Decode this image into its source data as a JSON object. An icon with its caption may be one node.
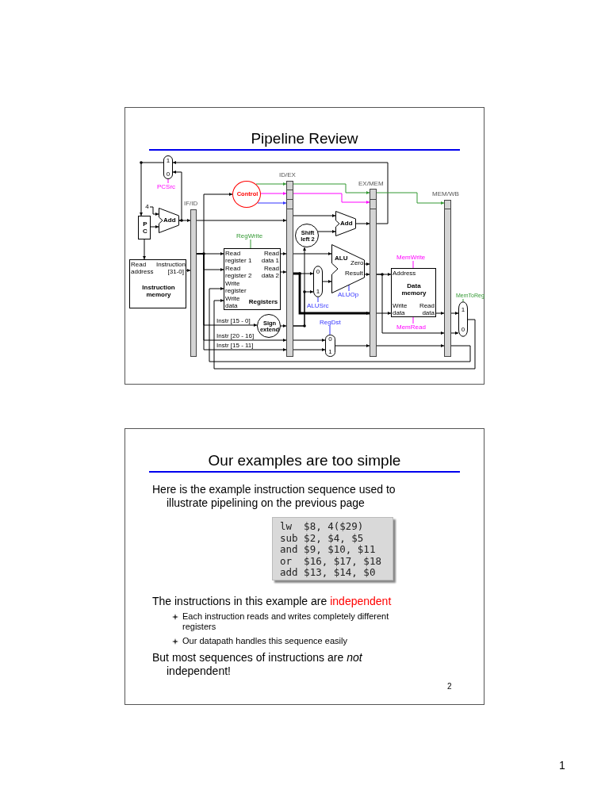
{
  "diagram": {
    "title": "Pipeline Review",
    "nodes": [
      {
        "text": [
          "P C"
        ]
      },
      {
        "text": [
          "1",
          "0"
        ],
        "beside": [
          "PCSrc"
        ]
      },
      {
        "text": [
          "Add"
        ]
      },
      {
        "text": [
          "4"
        ]
      },
      {
        "text": [
          "Read address",
          "Instruction [31-0]",
          "Instruction memory"
        ]
      },
      {
        "text": [],
        "shape": "bar",
        "beside": [
          "IF/ID"
        ]
      },
      {
        "text": [
          "Control"
        ]
      },
      {
        "text": [
          "Read register 1",
          "Read register 2",
          "Write register",
          "Write data",
          "Read data 1",
          "Read data 2",
          "Registers"
        ],
        "beside": [
          "RegWrite"
        ]
      },
      {
        "text": [
          "Sign extend"
        ]
      },
      {
        "text": [],
        "shape": "bar",
        "beside": [
          "ID/EX"
        ]
      },
      {
        "text": [
          "Shift left 2"
        ]
      },
      {
        "text": [
          "Add"
        ]
      },
      {
        "text": [
          "ALU",
          "Zero",
          "Result"
        ],
        "beside": [
          "ALUOp"
        ]
      },
      {
        "text": [
          "0",
          "1"
        ],
        "beside": [
          "ALUSrc"
        ]
      },
      {
        "text": [
          "0",
          "1"
        ],
        "beside": [
          "RegDst"
        ]
      },
      {
        "text": [],
        "shape": "bar",
        "beside": [
          "EX/MEM"
        ]
      },
      {
        "text": [
          "Address",
          "Data memory",
          "Write data",
          "Read data"
        ],
        "beside": [
          "MemWrite",
          "MemRead"
        ]
      },
      {
        "text": [],
        "shape": "bar",
        "beside": [
          "MEM/WB"
        ]
      },
      {
        "text": [
          "1",
          "0"
        ],
        "beside": [
          "MemToReg"
        ]
      },
      {
        "text": [
          "lw  $8, 4($29)",
          "sub $2, $4, $5",
          "and $9, $10, $11",
          "or  $16, $17, $18",
          "add $13, $14, $0"
        ]
      }
    ],
    "edges": [
      {
        "from": 0,
        "to": 4,
        "arrow": "to"
      },
      {
        "from": 0,
        "to": 2,
        "arrow": "to"
      },
      {
        "from": 3,
        "to": 2,
        "arrow": "to"
      },
      {
        "from": 2,
        "to": 5,
        "arrow": "to"
      },
      {
        "from": 2,
        "to": 1,
        "arrow": "to"
      },
      {
        "from": 1,
        "to": 0,
        "arrow": "to"
      },
      {
        "from": 4,
        "to": 5,
        "arrow": "to"
      },
      {
        "from": 5,
        "to": 6,
        "arrow": "to"
      },
      {
        "from": 5,
        "to": 7,
        "arrow": "to"
      },
      {
        "from": 5,
        "to": 7,
        "arrow": "to"
      },
      {
        "from": 5,
        "to": 8,
        "arrow": "to",
        "label": "Instr [15 - 0]"
      },
      {
        "from": 5,
        "to": 9,
        "arrow": "to",
        "label": "Instr [20 - 16]"
      },
      {
        "from": 5,
        "to": 9,
        "arrow": "to",
        "label": "Instr [15 - 11]"
      },
      {
        "from": 6,
        "to": 9,
        "arrow": "to",
        "color": "#339933"
      },
      {
        "from": 6,
        "to": 9,
        "arrow": "to",
        "color": "#ff00ff"
      },
      {
        "from": 6,
        "to": 9,
        "arrow": "to",
        "color": "#3333ff"
      },
      {
        "from": 7,
        "to": 9,
        "arrow": "to"
      },
      {
        "from": 7,
        "to": 9,
        "arrow": "to"
      },
      {
        "from": 8,
        "to": 9,
        "arrow": "to"
      },
      {
        "from": 5,
        "to": 9,
        "arrow": "to"
      },
      {
        "from": 9,
        "to": 11,
        "arrow": "to"
      },
      {
        "from": 9,
        "to": 10,
        "arrow": "to"
      },
      {
        "from": 10,
        "to": 11,
        "arrow": "to"
      },
      {
        "from": 11,
        "to": 15,
        "arrow": "to"
      },
      {
        "from": 15,
        "to": 1,
        "arrow": "to"
      },
      {
        "from": 9,
        "to": 12,
        "arrow": "to"
      },
      {
        "from": 9,
        "to": 13,
        "arrow": "to"
      },
      {
        "from": 13,
        "to": 12,
        "arrow": "to"
      },
      {
        "from": 12,
        "to": 15,
        "arrow": "to"
      },
      {
        "from": 12,
        "to": 15,
        "arrow": "to"
      },
      {
        "from": 9,
        "to": 15,
        "arrow": "to",
        "style": "thick"
      },
      {
        "from": 9,
        "to": 14,
        "arrow": "to"
      },
      {
        "from": 9,
        "to": 14,
        "arrow": "to"
      },
      {
        "from": 14,
        "to": 15,
        "arrow": "to"
      },
      {
        "from": 15,
        "to": 16,
        "arrow": "to"
      },
      {
        "from": 15,
        "to": 16,
        "arrow": "to"
      },
      {
        "from": 16,
        "to": 17,
        "arrow": "to"
      },
      {
        "from": 15,
        "to": 17,
        "arrow": "to"
      },
      {
        "from": 15,
        "to": 17,
        "arrow": "to"
      },
      {
        "from": 17,
        "to": 18,
        "arrow": "to"
      },
      {
        "from": 17,
        "to": 18,
        "arrow": "to"
      },
      {
        "from": 18,
        "to": 7,
        "arrow": "to"
      },
      {
        "from": 17,
        "to": 7,
        "arrow": "to"
      },
      {
        "from": 9,
        "to": 15,
        "arrow": "to",
        "color": "#339933"
      },
      {
        "from": 9,
        "to": 15,
        "arrow": "to",
        "color": "#ff00ff"
      },
      {
        "from": 15,
        "to": 17,
        "arrow": "to",
        "color": "#339933"
      },
      {
        "from": 9,
        "to": 13,
        "arrow": "to"
      }
    ],
    "labels": [
      "Our examples are too simple",
      "Here is the example instruction sequence used to illustrate pipelining on the previous page",
      "The instructions in this example are",
      "independent",
      "Each instruction reads and writes completely different registers",
      "Our datapath handles this sequence easily",
      "But most sequences of instructions are *not* independent!",
      "2",
      "1"
    ]
  }
}
